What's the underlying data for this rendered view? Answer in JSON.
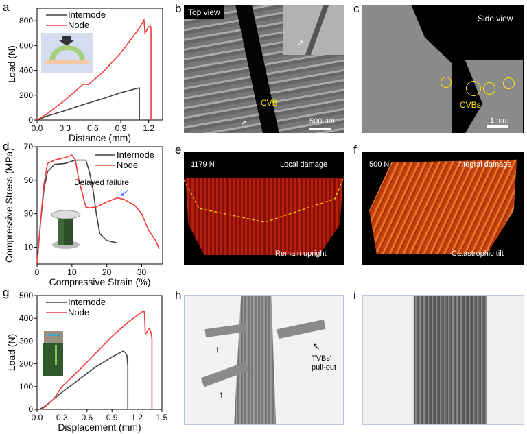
{
  "panels": {
    "a": "a",
    "b": "b",
    "c": "c",
    "d": "d",
    "e": "e",
    "f": "f",
    "g": "g",
    "h": "h",
    "i": "i"
  },
  "colors": {
    "internode": "#404040",
    "node": "#f03a3a",
    "annotation_arrow": "#1a5cff"
  },
  "chart_data": [
    {
      "type": "line",
      "panel": "a",
      "xlabel": "Distance (mm)",
      "ylabel": "Load (N)",
      "xlim": [
        0,
        1.35
      ],
      "ylim": [
        0,
        900
      ],
      "xticks": [
        0,
        0.3,
        0.6,
        0.9,
        1.2
      ],
      "xticklabels": [
        "0.0",
        "0.3",
        "0.6",
        "0.9",
        "1.2"
      ],
      "yticks": [
        0,
        200,
        400,
        600,
        800
      ],
      "yticklabels": [
        "0",
        "200",
        "400",
        "600",
        "800"
      ],
      "legend": "top-left",
      "series": [
        {
          "name": "Internode",
          "color": "#404040",
          "x": [
            0,
            0.1,
            0.3,
            0.5,
            0.7,
            0.9,
            1.05,
            1.1,
            1.1
          ],
          "y": [
            0,
            30,
            75,
            125,
            170,
            220,
            250,
            258,
            0
          ]
        },
        {
          "name": "Node",
          "color": "#f03a3a",
          "x": [
            0,
            0.1,
            0.3,
            0.5,
            0.55,
            0.7,
            0.9,
            1.1,
            1.15,
            1.16,
            1.2,
            1.22,
            1.225,
            1.225
          ],
          "y": [
            0,
            45,
            160,
            290,
            285,
            380,
            540,
            740,
            805,
            700,
            750,
            755,
            730,
            0
          ]
        }
      ]
    },
    {
      "type": "line",
      "panel": "d",
      "xlabel": "Compressive Strain (%)",
      "ylabel": "Compressive Stress (MPa)",
      "xlim": [
        0,
        36
      ],
      "ylim": [
        0,
        70
      ],
      "xticks": [
        0,
        10,
        20,
        30
      ],
      "xticklabels": [
        "0",
        "10",
        "20",
        "30"
      ],
      "yticks": [
        10,
        30,
        50,
        70
      ],
      "yticklabels": [
        "10",
        "30",
        "50",
        "70"
      ],
      "legend": "top-right",
      "annotation": "Delayed failure",
      "series": [
        {
          "name": "Internode",
          "color": "#404040",
          "x": [
            0,
            1,
            2,
            3,
            5,
            8,
            11,
            14,
            15,
            16,
            17,
            18,
            20,
            23
          ],
          "y": [
            0,
            25,
            45,
            55,
            59.5,
            60,
            62,
            62,
            55,
            45,
            30,
            18,
            14,
            12.5
          ]
        },
        {
          "name": "Node",
          "color": "#f03a3a",
          "x": [
            0,
            1,
            2,
            3,
            5,
            8,
            10,
            11,
            12,
            13,
            14,
            15,
            17,
            20,
            23,
            25,
            28,
            30,
            32,
            34,
            35
          ],
          "y": [
            0,
            25,
            48,
            60,
            62,
            63.5,
            65,
            62,
            50,
            42,
            34,
            33.5,
            34,
            37,
            39.5,
            38.5,
            35,
            30,
            20,
            14,
            9
          ]
        }
      ]
    },
    {
      "type": "line",
      "panel": "g",
      "xlabel": "Displacement (mm)",
      "ylabel": "Load (N)",
      "xlim": [
        0,
        1.5
      ],
      "ylim": [
        0,
        500
      ],
      "xticks": [
        0,
        0.3,
        0.6,
        0.9,
        1.2,
        1.5
      ],
      "xticklabels": [
        "0.0",
        "0.3",
        "0.6",
        "0.9",
        "1.2",
        "1.5"
      ],
      "yticks": [
        0,
        100,
        200,
        300,
        400,
        500
      ],
      "yticklabels": [
        "0",
        "100",
        "200",
        "300",
        "400",
        "500"
      ],
      "legend": "top-left",
      "series": [
        {
          "name": "Internode",
          "color": "#404040",
          "x": [
            0.03,
            0.1,
            0.2,
            0.3,
            0.5,
            0.7,
            0.9,
            1.03,
            1.06,
            1.08,
            1.09,
            1.09
          ],
          "y": [
            0,
            15,
            45,
            75,
            130,
            185,
            230,
            255,
            250,
            235,
            190,
            0
          ]
        },
        {
          "name": "Node",
          "color": "#f03a3a",
          "x": [
            0.05,
            0.1,
            0.2,
            0.3,
            0.5,
            0.7,
            0.9,
            1.1,
            1.27,
            1.29,
            1.3,
            1.35,
            1.37,
            1.38,
            1.38
          ],
          "y": [
            0,
            12,
            45,
            100,
            170,
            245,
            320,
            385,
            430,
            428,
            330,
            355,
            335,
            310,
            0
          ]
        }
      ]
    }
  ],
  "b": {
    "title": "Top view",
    "label": "CVB",
    "scale": "500 μm"
  },
  "c": {
    "title": "Side view",
    "label": "CVBs",
    "scale": "1 mm"
  },
  "e": {
    "force": "1179 N",
    "title": "Local damage",
    "caption": "Remain upright"
  },
  "f": {
    "force": "500 N",
    "title": "Integral damage",
    "caption": "Catastrophic tilt"
  },
  "h": {
    "label": "TVBs' pull-out"
  }
}
